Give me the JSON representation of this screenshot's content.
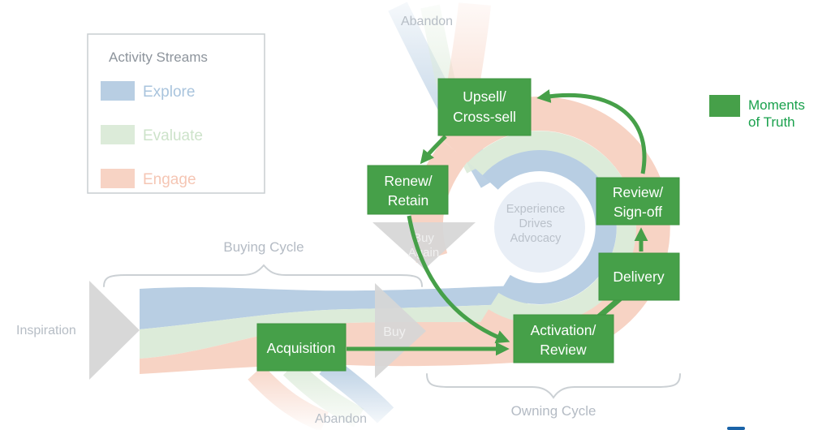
{
  "legend_activity": {
    "title": "Activity Streams",
    "items": [
      {
        "label": "Explore",
        "color": "#b8cee3",
        "text_color": "#a9c4dd"
      },
      {
        "label": "Evaluate",
        "color": "#dcebd9",
        "text_color": "#cde3ca"
      },
      {
        "label": "Engage",
        "color": "#f7d3c4",
        "text_color": "#f5c6b4"
      }
    ]
  },
  "legend_moments": {
    "line1": "Moments",
    "line2": "of Truth",
    "color": "#46a049",
    "text_color": "#1aa14d"
  },
  "labels": {
    "abandon_top": "Abandon",
    "abandon_bottom": "Abandon",
    "inspiration": "Inspiration",
    "buying_cycle": "Buying Cycle",
    "owning_cycle": "Owning Cycle",
    "buy": "Buy",
    "buy_again_line1": "Buy",
    "buy_again_line2": "Again"
  },
  "center": {
    "line1": "Experience",
    "line2": "Drives",
    "line3": "Advocacy"
  },
  "nodes": {
    "upsell": {
      "line1": "Upsell/",
      "line2": "Cross-sell"
    },
    "renew": {
      "line1": "Renew/",
      "line2": "Retain"
    },
    "review": {
      "line1": "Review/",
      "line2": "Sign-off"
    },
    "delivery": {
      "line1": "Delivery"
    },
    "activation": {
      "line1": "Activation/",
      "line2": "Review"
    },
    "acquisition": {
      "line1": "Acquisition"
    }
  },
  "colors": {
    "explore": "#b8cee3",
    "evaluate": "#dcebd9",
    "engage": "#f7d3c4",
    "moment_green": "#46a049",
    "moments_text_green": "#1aa14d",
    "gray_label": "#b6bdc5",
    "triangle_gray": "#d6d6d6",
    "center_circle": "#e8eef6"
  }
}
